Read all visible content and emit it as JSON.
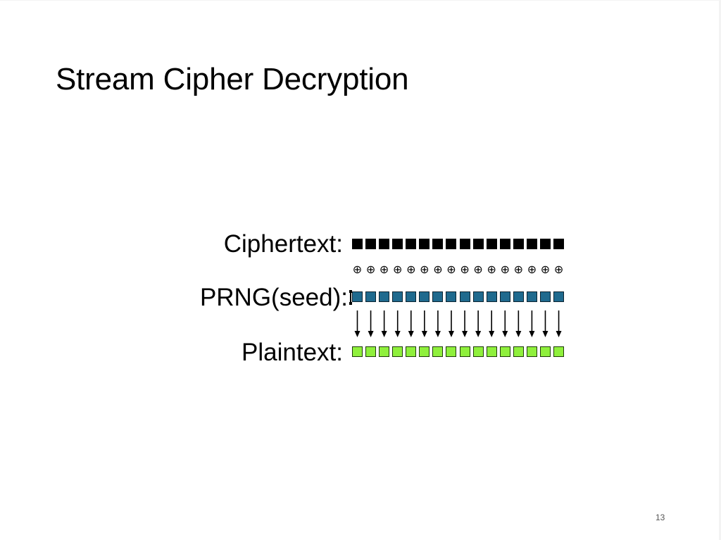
{
  "slide": {
    "title": "Stream Cipher Decryption",
    "page_number": "13"
  },
  "diagram": {
    "rows": [
      {
        "id": "ciphertext",
        "label": "Ciphertext:",
        "kind": "bit-blocks",
        "count": 16,
        "color": "#000000"
      },
      {
        "id": "xor",
        "label": "",
        "kind": "xor-operators",
        "count": 16,
        "symbol": "⊕"
      },
      {
        "id": "prng",
        "label": "PRNG(seed):",
        "kind": "bit-blocks",
        "count": 16,
        "color": "#1f6a8e"
      },
      {
        "id": "arrows",
        "label": "",
        "kind": "down-arrows",
        "count": 16
      },
      {
        "id": "plaintext",
        "label": "Plaintext:",
        "kind": "bit-blocks",
        "count": 16,
        "color": "#8ff03c"
      }
    ]
  }
}
